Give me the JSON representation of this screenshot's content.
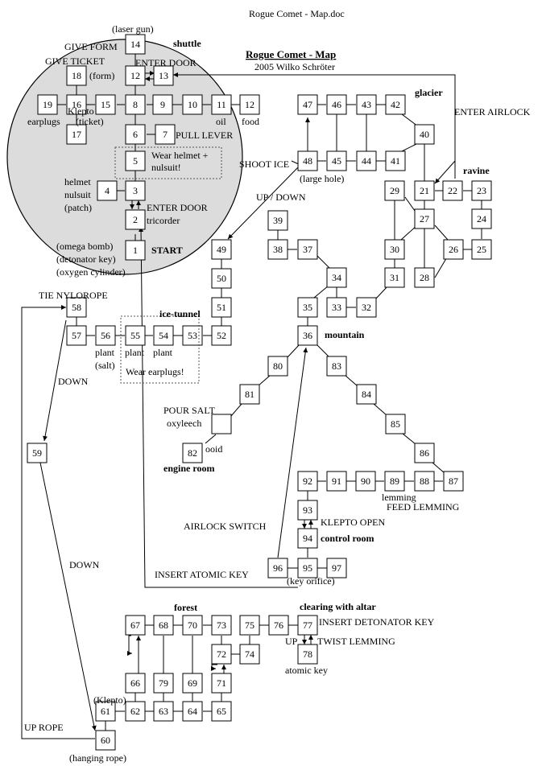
{
  "header": {
    "file_name": "Rogue Comet - Map.doc"
  },
  "map": {
    "title": "Rogue Comet - Map",
    "byline": "2005 Wilko Schröter",
    "rooms": {
      "1": "1",
      "2": "2",
      "3": "3",
      "4": "4",
      "5": "5",
      "6": "6",
      "7": "7",
      "8": "8",
      "9": "9",
      "10": "10",
      "11": "11",
      "12": "12",
      "13": "13",
      "14": "14",
      "15": "15",
      "16": "16",
      "17": "17",
      "18": "18",
      "19": "19",
      "21": "21",
      "22": "22",
      "23": "23",
      "24": "24",
      "25": "25",
      "26": "26",
      "27": "27",
      "28": "28",
      "29": "29",
      "30": "30",
      "31": "31",
      "32": "32",
      "33": "33",
      "34": "34",
      "35": "35",
      "36": "36",
      "37": "37",
      "38": "38",
      "39": "39",
      "40": "40",
      "41": "41",
      "42": "42",
      "43": "43",
      "44": "44",
      "45": "45",
      "46": "46",
      "47": "47",
      "48": "48",
      "49": "49",
      "50": "50",
      "51": "51",
      "52": "52",
      "53": "53",
      "54": "54",
      "55": "55",
      "56": "56",
      "57": "57",
      "58": "58",
      "59": "59",
      "60": "60",
      "61": "61",
      "62": "62",
      "63": "63",
      "64": "64",
      "65": "65",
      "66": "66",
      "67": "67",
      "68": "68",
      "69": "69",
      "70": "70",
      "71": "71",
      "72": "72",
      "73": "73",
      "74": "74",
      "75": "75",
      "76": "76",
      "77": "77",
      "78": "78",
      "79": "79",
      "80": "80",
      "81": "81",
      "82": "82",
      "83": "83",
      "84": "84",
      "85": "85",
      "86": "86",
      "87": "87",
      "88": "88",
      "89": "89",
      "90": "90",
      "91": "91",
      "92": "92",
      "93": "93",
      "94": "94",
      "95": "95",
      "96": "96",
      "97": "97"
    },
    "areas": {
      "shuttle": "shuttle",
      "glacier": "glacier",
      "ravine": "ravine",
      "ice_tunnel": "ice-tunnel",
      "mountain": "mountain",
      "engine_room": "engine room",
      "control_room": "control room",
      "forest": "forest",
      "clearing": "clearing with altar",
      "start": "START"
    },
    "actions": {
      "give_form": "GIVE FORM",
      "give_ticket": "GIVE TICKET",
      "enter_door_top": "ENTER DOOR",
      "pull_lever": "PULL LEVER",
      "enter_door_bottom": "ENTER DOOR",
      "enter_airlock": "ENTER AIRLOCK",
      "shoot_ice": "SHOOT ICE",
      "up_down": "UP / DOWN",
      "tie_nylorope": "TIE NYLOROPE",
      "down_1": "DOWN",
      "down_2": "DOWN",
      "pour_salt": "POUR SALT",
      "feed_lemming": "FEED LEMMING",
      "klepto_open": "KLEPTO OPEN",
      "airlock_switch": "AIRLOCK SWITCH",
      "insert_atomic_key": "INSERT ATOMIC KEY",
      "insert_detonator_key": "INSERT DETONATOR KEY",
      "up": "UP",
      "twist_lemming": "TWIST LEMMING",
      "up_rope": "UP ROPE"
    },
    "items": {
      "laser_gun": "(laser gun)",
      "form": "(form)",
      "klepto": "Klepto",
      "ticket": "(ticket)",
      "earplugs": "earplugs",
      "oil": "oil",
      "food": "food",
      "helmet": "helmet",
      "nulsuit": "nulsuit",
      "patch": "(patch)",
      "tricorder": "tricorder",
      "omega_bomb": "(omega bomb)",
      "detonator_key": "(detonator key)",
      "oxygen_cylinder": "(oxygen cylinder)",
      "large_hole": "(large hole)",
      "plant_56": "plant",
      "salt": "(salt)",
      "plant_55": "plant",
      "plant_54": "plant",
      "oxyleech": "oxyleech",
      "ooid": "ooid",
      "lemming": "lemming",
      "key_orifice": "(key orifice)",
      "atomic_key": "atomic key",
      "klepto_61": "(Klepto)",
      "hanging_rope": "(hanging rope)"
    },
    "notes": {
      "wear_helmet_1": "Wear helmet +",
      "wear_helmet_2": "nulsuit!",
      "wear_earplugs": "Wear earplugs!"
    }
  }
}
